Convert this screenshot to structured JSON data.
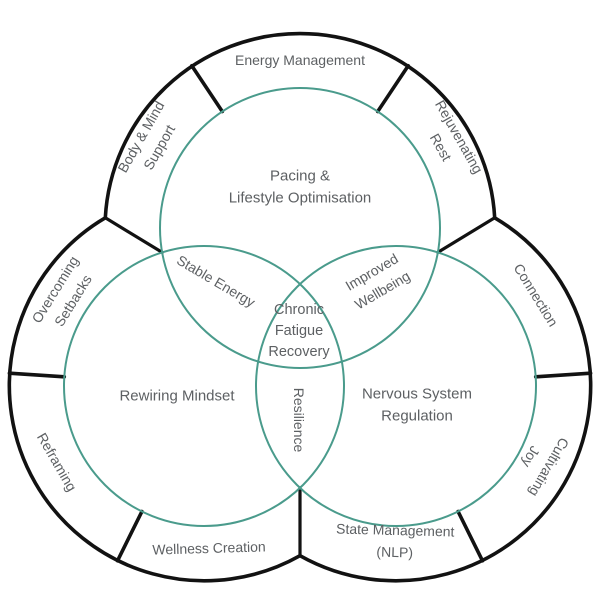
{
  "colors": {
    "outline": "#121212",
    "venn_circle": "#4a9b8c",
    "label_text": "#5d6063",
    "background": "#ffffff"
  },
  "outer_ring": {
    "energy_management": {
      "line1": "Energy Management"
    },
    "body_mind_support": {
      "line1": "Body & Mind",
      "line2": "Support"
    },
    "rejuvenating_rest": {
      "line1": "Rejuvenating",
      "line2": "Rest"
    },
    "overcoming_setbacks": {
      "line1": "Overcoming",
      "line2": "Setbacks"
    },
    "connection": {
      "line1": "Connection"
    },
    "reframing": {
      "line1": "Reframing"
    },
    "wellness_creation": {
      "line1": "Wellness Creation"
    },
    "cultivating_joy": {
      "line1": "Cultivating",
      "line2": "Joy"
    },
    "state_management": {
      "line1": "State Management",
      "line2": "(NLP)"
    }
  },
  "circles": {
    "pacing_lifestyle": {
      "line1": "Pacing &",
      "line2": "Lifestyle Optimisation"
    },
    "rewiring_mindset": {
      "line1": "Rewiring Mindset"
    },
    "nervous_system": {
      "line1": "Nervous System",
      "line2": "Regulation"
    }
  },
  "overlaps": {
    "stable_energy": {
      "line1": "Stable Energy"
    },
    "improved_wellbeing": {
      "line1": "Improved",
      "line2": "Wellbeing"
    },
    "resilience": {
      "line1": "Resilience"
    },
    "center": {
      "line1": "Chronic",
      "line2": "Fatigue",
      "line3": "Recovery"
    }
  }
}
